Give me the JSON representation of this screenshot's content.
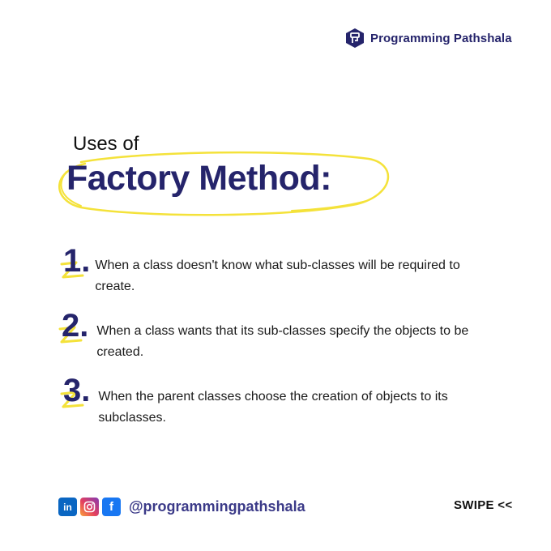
{
  "brand": {
    "name": "Programming Pathshala",
    "logo_icon": "pathshala-hex-logo-icon",
    "color": "#25246b"
  },
  "heading": {
    "pre": "Uses of",
    "main": "Factory Method:",
    "highlight_color": "#f4e23a"
  },
  "points": [
    {
      "number": "1.",
      "text": "When a class doesn't know what sub-classes will be required to create."
    },
    {
      "number": "2.",
      "text": "When a class wants that its sub-classes specify the objects to be created."
    },
    {
      "number": "3.",
      "text": "When the parent classes choose the creation of objects to its subclasses."
    }
  ],
  "footer": {
    "social_icons": [
      "linkedin-icon",
      "instagram-icon",
      "facebook-icon"
    ],
    "linkedin_glyph": "in",
    "facebook_glyph": "f",
    "handle": "@programmingpathshala",
    "swipe": "SWIPE <<"
  },
  "colors": {
    "accent_navy": "#25246b",
    "marker_yellow": "#f4e23a",
    "handle_color": "#3b3a88"
  }
}
